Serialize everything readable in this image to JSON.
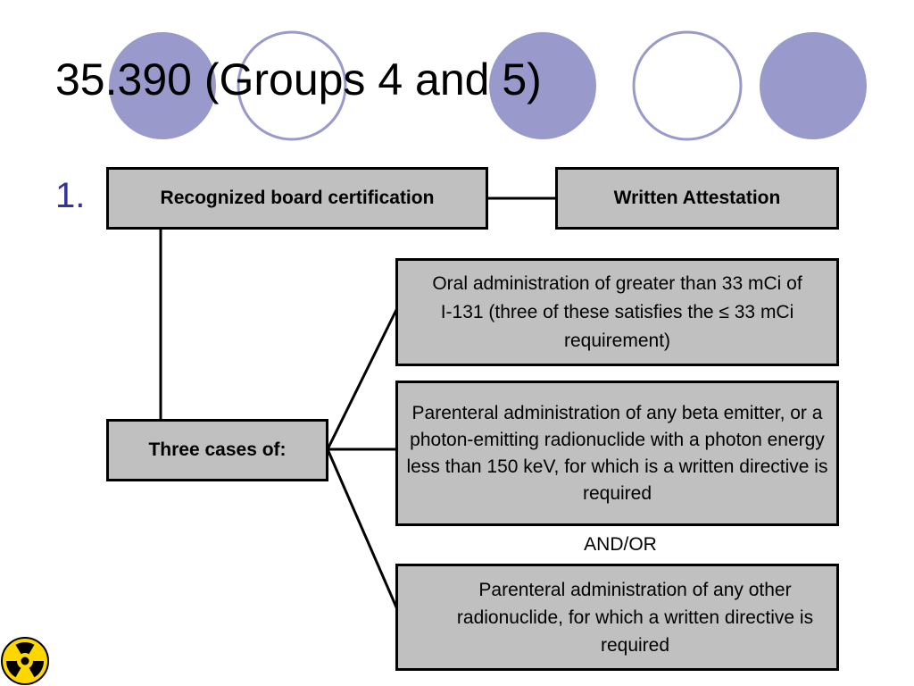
{
  "title": "35.390 (Groups 4 and 5)",
  "list_number": "1.",
  "boxes": {
    "board_cert": "Recognized board certification",
    "attestation": "Written Attestation",
    "three_cases": "Three cases of:",
    "oral": "Oral administration of greater than 33 mCi of I-131 (three of these satisfies the ≤ 33 mCi requirement)",
    "parenteral_beta": "Parenteral administration of any beta emitter, or a photon-emitting radionuclide with a photon energy less than 150 keV, for which is a written directive is required",
    "parenteral_other": "Parenteral administration of any other radionuclide, for which a written directive is required"
  },
  "connector_label": "AND/OR",
  "colors": {
    "circle_fill": "#9999cc",
    "circle_stroke": "#9999cc",
    "box_fill": "#c0c0c0",
    "number_color": "#33339a",
    "hazard_yellow": "#ffd700"
  },
  "icons": {
    "hazard": "radiation-trefoil-icon"
  }
}
